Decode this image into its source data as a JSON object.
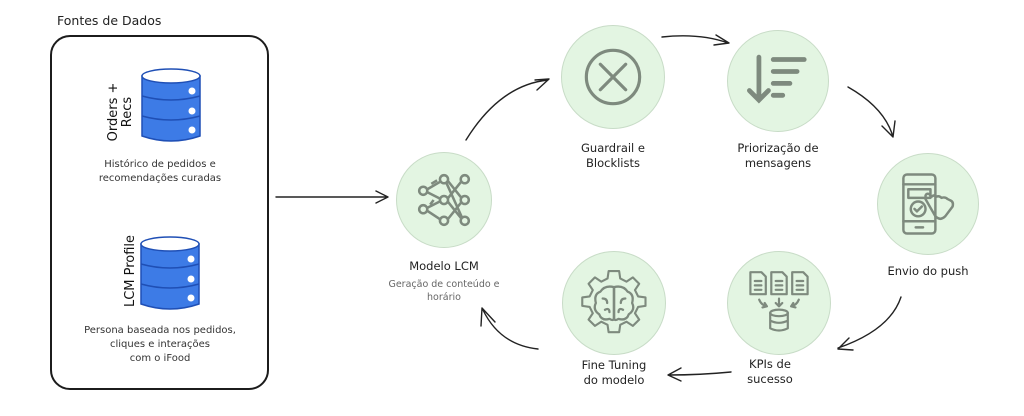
{
  "sources": {
    "title": "Fontes de Dados",
    "databases": [
      {
        "label_line1": "Orders +",
        "label_line2": "Recs",
        "desc_line1": "Histórico de pedidos e",
        "desc_line2": "recomendações curadas",
        "desc_line3": "",
        "icon": "database-icon"
      },
      {
        "label_line1": "LCM Profile",
        "label_line2": "",
        "desc_line1": "Persona baseada nos pedidos,",
        "desc_line2": "cliques e interações",
        "desc_line3": "com o iFood",
        "icon": "database-icon"
      }
    ]
  },
  "nodes": {
    "model": {
      "label": "Modelo LCM",
      "sub_line1": "Geração de conteúdo e",
      "sub_line2": "horário",
      "icon": "neural-network-icon"
    },
    "guardrail": {
      "label_line1": "Guardrail e",
      "label_line2": "Blocklists",
      "icon": "x-circle-icon"
    },
    "priority": {
      "label_line1": "Priorização de",
      "label_line2": "mensagens",
      "icon": "sort-descending-icon"
    },
    "push": {
      "label_line1": "Envio do push",
      "label_line2": "",
      "icon": "phone-tap-icon"
    },
    "kpis": {
      "label_line1": "KPIs de",
      "label_line2": "sucesso",
      "icon": "documents-to-database-icon"
    },
    "finetune": {
      "label_line1": "Fine Tuning",
      "label_line2": "do modelo",
      "icon": "brain-gear-icon"
    }
  },
  "colors": {
    "node_fill": "#e3f5e2",
    "icon_stroke": "#7e8a7e",
    "db_blue": "#3d7be6",
    "arrow": "#222222"
  }
}
